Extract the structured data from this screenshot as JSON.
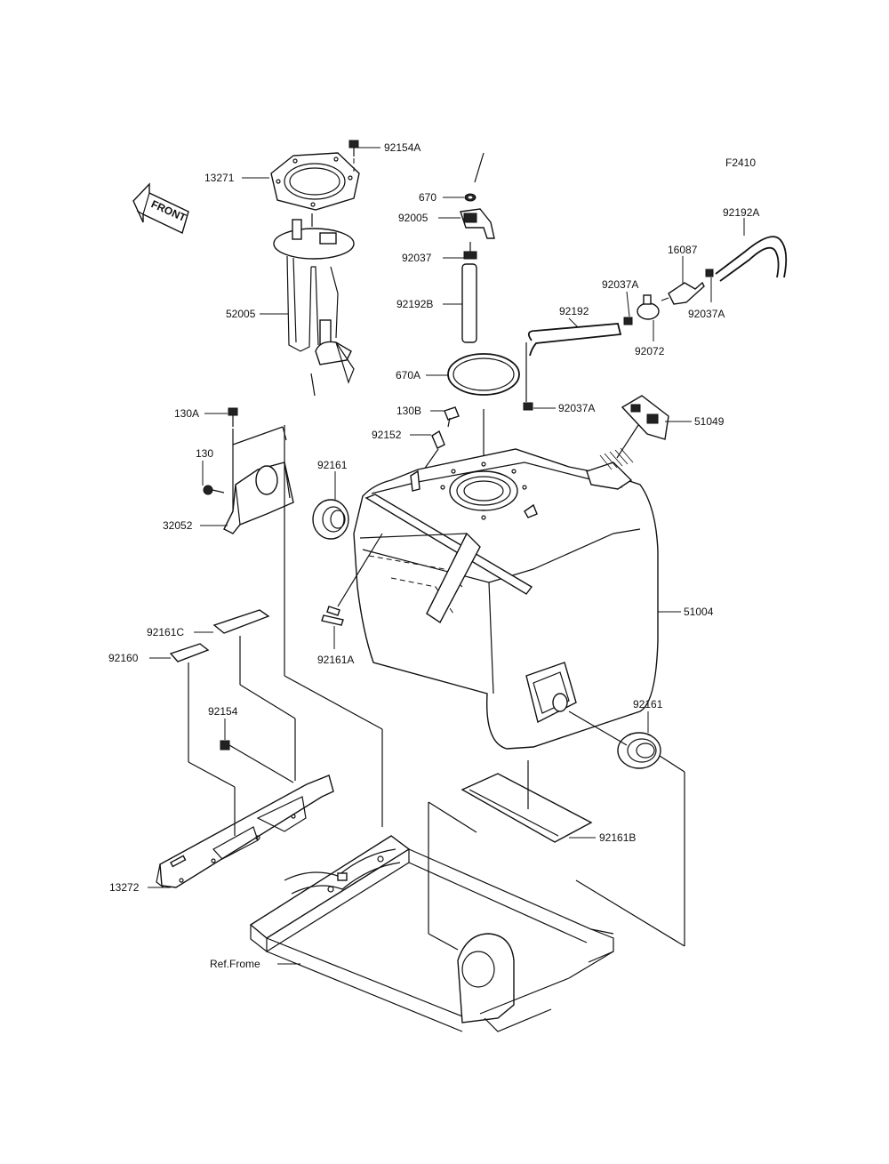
{
  "figure_code": "F2410",
  "front_arrow_label": "FRONT",
  "labels": {
    "p92154A": "92154A",
    "p13271": "13271",
    "p670": "670",
    "p92005": "92005",
    "p92192A": "92192A",
    "p16087": "16087",
    "p92037_top": "92037",
    "p92037A_left": "92037A",
    "p92192B": "92192B",
    "p92192": "92192",
    "p92037A_right": "92037A",
    "p52005": "52005",
    "p92072": "92072",
    "p670A": "670A",
    "p130A": "130A",
    "p130B": "130B",
    "p92037A_mid": "92037A",
    "p51049": "51049",
    "p92152": "92152",
    "p130": "130",
    "p92161_top": "92161",
    "p32052": "32052",
    "p51004": "51004",
    "p92161C": "92161C",
    "p92160": "92160",
    "p92161A": "92161A",
    "p92161_bottom": "92161",
    "p92154": "92154",
    "p92161B": "92161B",
    "p13272": "13272",
    "ref_frame": "Ref.Frome"
  }
}
